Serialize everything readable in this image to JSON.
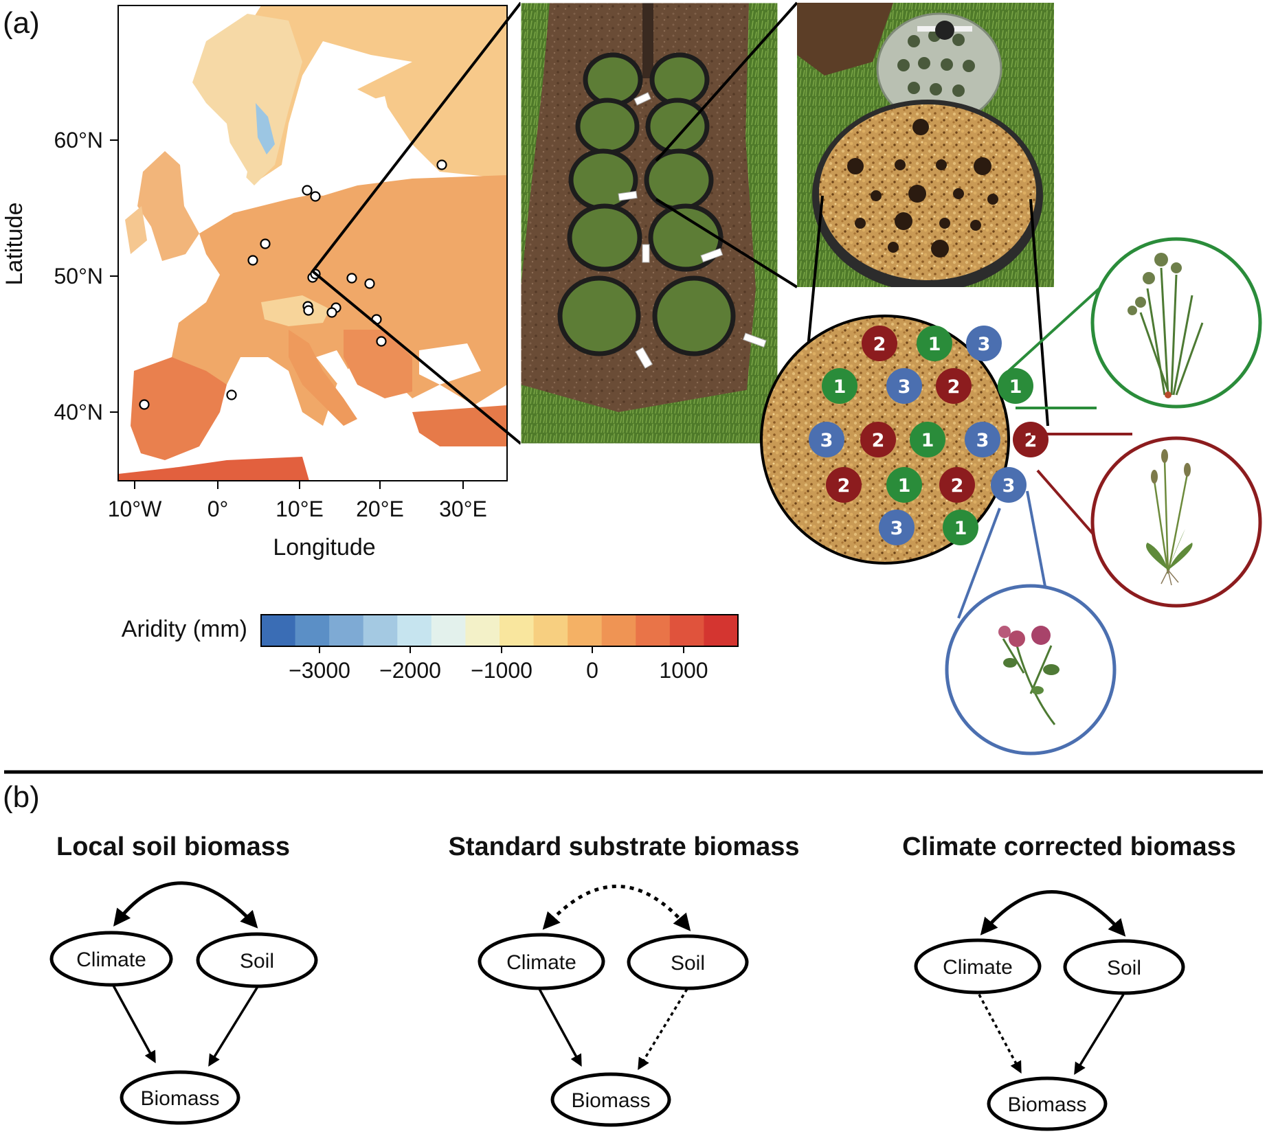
{
  "panel_a": {
    "label": "(a)",
    "map": {
      "ylabel": "Latitude",
      "xlabel": "Longitude",
      "lat_ticks": [
        "60°N",
        "50°N",
        "40°N"
      ],
      "lon_ticks": [
        "10°W",
        "0°",
        "10°E",
        "20°E",
        "30°E"
      ],
      "sites_shown_as": "open circles"
    },
    "colorbar": {
      "title": "Aridity (mm)",
      "ticks": [
        "−3000",
        "−2000",
        "−1000",
        "0",
        "1000"
      ],
      "colors": [
        "#3a6db5",
        "#5b8fc6",
        "#7eaad4",
        "#a4c9e2",
        "#c6e4ef",
        "#e3f1ec",
        "#f3f1c8",
        "#f9e69e",
        "#f7cf80",
        "#f4b165",
        "#ef9454",
        "#e97448",
        "#e0533c",
        "#d43530"
      ]
    },
    "photos": [
      "field plots photo",
      "pot with template photo"
    ],
    "badges": {
      "colors": {
        "1": "#2a8c3a",
        "2": "#8c1c1e",
        "3": "#4b6fb0"
      },
      "layout": [
        [
          "2",
          "1",
          "3"
        ],
        [
          "1",
          "3",
          "2",
          "1"
        ],
        [
          "3",
          "2",
          "1",
          "3",
          "2"
        ],
        [
          "2",
          "1",
          "2",
          "3"
        ],
        [
          "3",
          "1"
        ]
      ]
    },
    "species_circles": [
      {
        "name": "grass",
        "color": "#2a8c3a"
      },
      {
        "name": "plantain",
        "color": "#8c1c1e"
      },
      {
        "name": "clover",
        "color": "#4b6fb0"
      }
    ]
  },
  "panel_b": {
    "label": "(b)",
    "dags": [
      {
        "title": "Local soil biomass",
        "nodes": {
          "climate": "Climate",
          "soil": "Soil",
          "biomass": "Biomass"
        },
        "edges": {
          "climate_soil": "solid",
          "climate_biomass": "solid",
          "soil_biomass": "solid"
        }
      },
      {
        "title": "Standard substrate biomass",
        "nodes": {
          "climate": "Climate",
          "soil": "Soil",
          "biomass": "Biomass"
        },
        "edges": {
          "climate_soil": "dotted",
          "climate_biomass": "solid",
          "soil_biomass": "dotted"
        }
      },
      {
        "title": "Climate corrected biomass",
        "nodes": {
          "climate": "Climate",
          "soil": "Soil",
          "biomass": "Biomass"
        },
        "edges": {
          "climate_soil": "solid",
          "climate_biomass": "dotted",
          "soil_biomass": "solid"
        }
      }
    ]
  }
}
